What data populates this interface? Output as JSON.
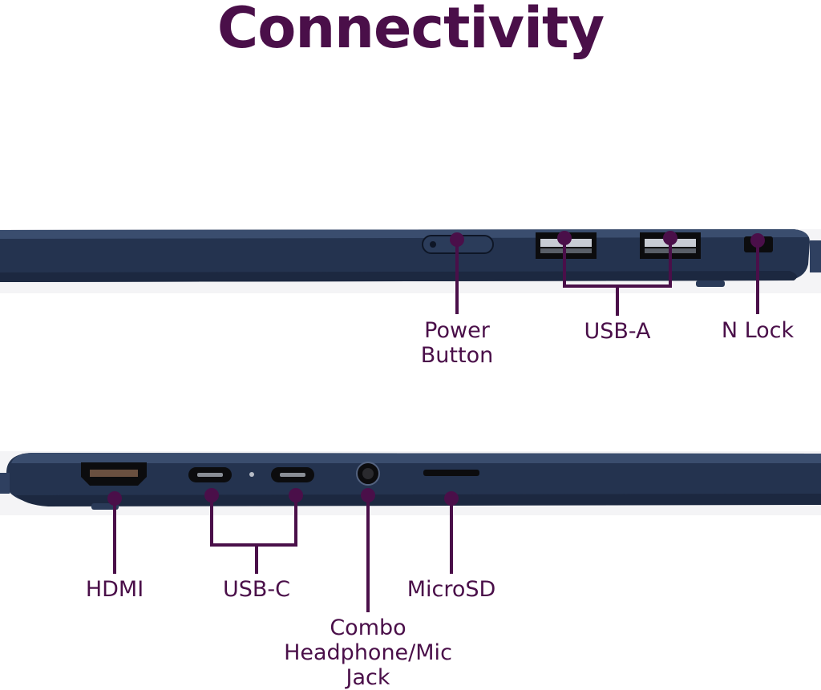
{
  "title": "Connectivity",
  "colors": {
    "accent": "#4a0f49",
    "laptop_body": "#24334f",
    "laptop_top": "#3a4d6e",
    "port_dark": "#111111"
  },
  "right_side": {
    "labels": {
      "power": "Power\nButton",
      "usb_a": "USB-A",
      "lock": "N Lock"
    }
  },
  "left_side": {
    "labels": {
      "hdmi": "HDMI",
      "usb_c": "USB-C",
      "microsd": "MicroSD",
      "audio": "Combo\nHeadphone/Mic\nJack"
    }
  }
}
